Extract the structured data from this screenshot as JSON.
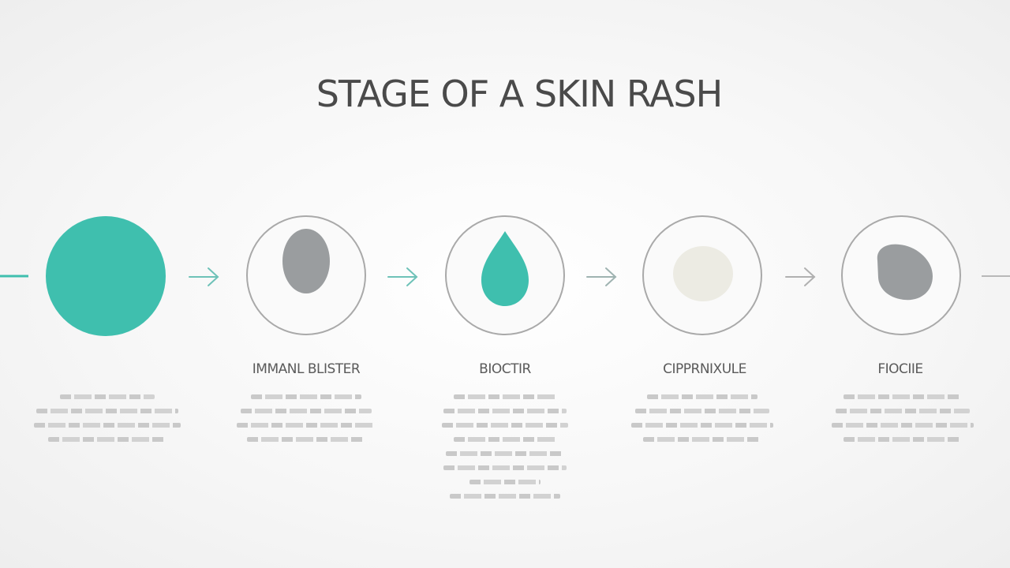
{
  "title": "STAGE OF A SKIN RASH",
  "colors": {
    "teal": "#3fbfae",
    "gray": "#9a9d9f",
    "cream": "#ecebe3",
    "ring": "#a9a9a9",
    "arrow": "#7cc8bf"
  },
  "stages": [
    {
      "label": "",
      "icon": "filled-circle-icon"
    },
    {
      "label": "IMMANL BLISTER",
      "icon": "gray-spot-icon"
    },
    {
      "label": "BIOCTIR",
      "icon": "teal-drop-icon"
    },
    {
      "label": "CIPPRNIXULE",
      "icon": "cream-spot-icon"
    },
    {
      "label": "FIOCIIE",
      "icon": "dark-spot-icon"
    }
  ]
}
